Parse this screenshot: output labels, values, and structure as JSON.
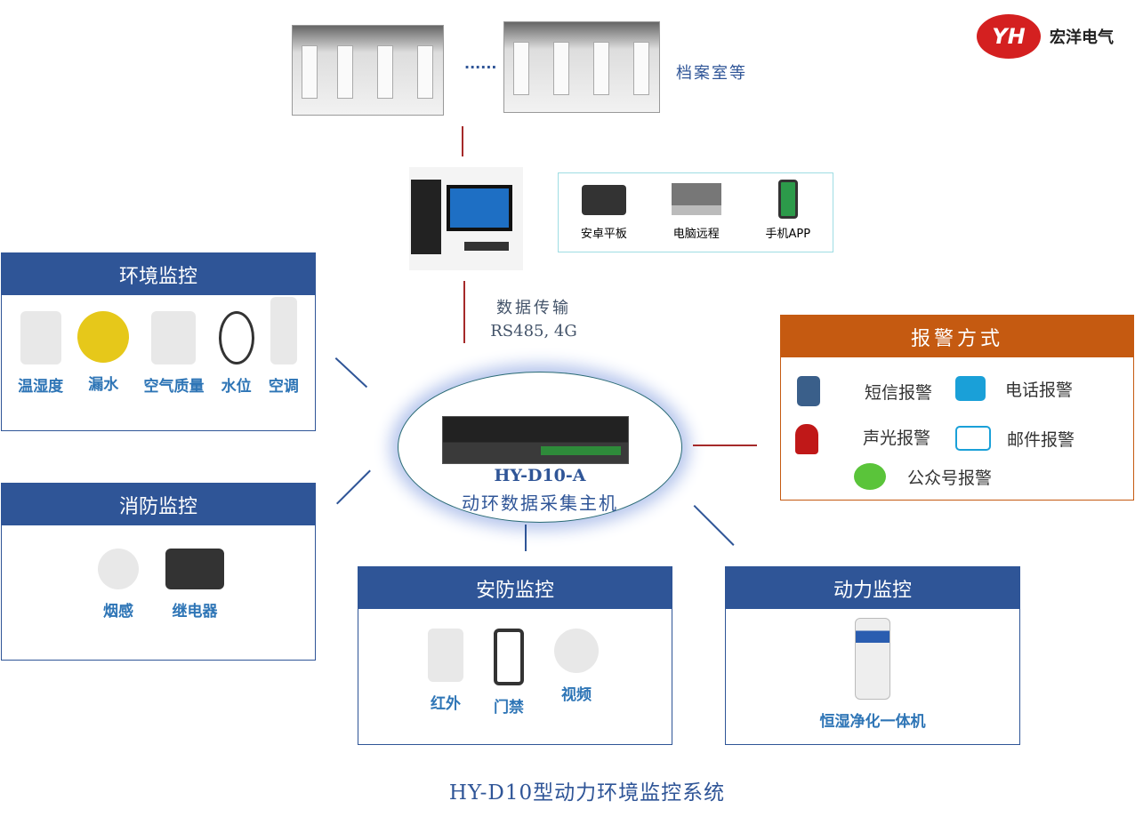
{
  "logo": {
    "mark": "YH",
    "company": "宏洋电气"
  },
  "top": {
    "archive_label": "档案室等",
    "ellipsis": "......"
  },
  "clients": [
    {
      "label": "安卓平板",
      "icon": "tablet-icon"
    },
    {
      "label": "电脑远程",
      "icon": "laptop-icon"
    },
    {
      "label": "手机APP",
      "icon": "phone-icon"
    }
  ],
  "transmission": {
    "line1": "数据传输",
    "line2": "RS485, 4G"
  },
  "host": {
    "model": "HY-D10-A",
    "name": "动环数据采集主机"
  },
  "env": {
    "title": "环境监控",
    "items": [
      "温湿度",
      "漏水",
      "空气质量",
      "水位",
      "空调"
    ]
  },
  "fire": {
    "title": "消防监控",
    "items": [
      "烟感",
      "继电器"
    ]
  },
  "security": {
    "title": "安防监控",
    "items": [
      "红外",
      "门禁",
      "视频"
    ]
  },
  "power": {
    "title": "动力监控",
    "items": [
      "恒湿净化一体机"
    ]
  },
  "alarm": {
    "title": "报警方式",
    "items": [
      "短信报警",
      "电话报警",
      "声光报警",
      "邮件报警",
      "公众号报警"
    ]
  },
  "caption": "HY-D10型动力环境监控系统",
  "colors": {
    "blue": "#2f5597",
    "orange": "#c55a11",
    "label": "#2e75b6",
    "line": "#a52a2a"
  }
}
